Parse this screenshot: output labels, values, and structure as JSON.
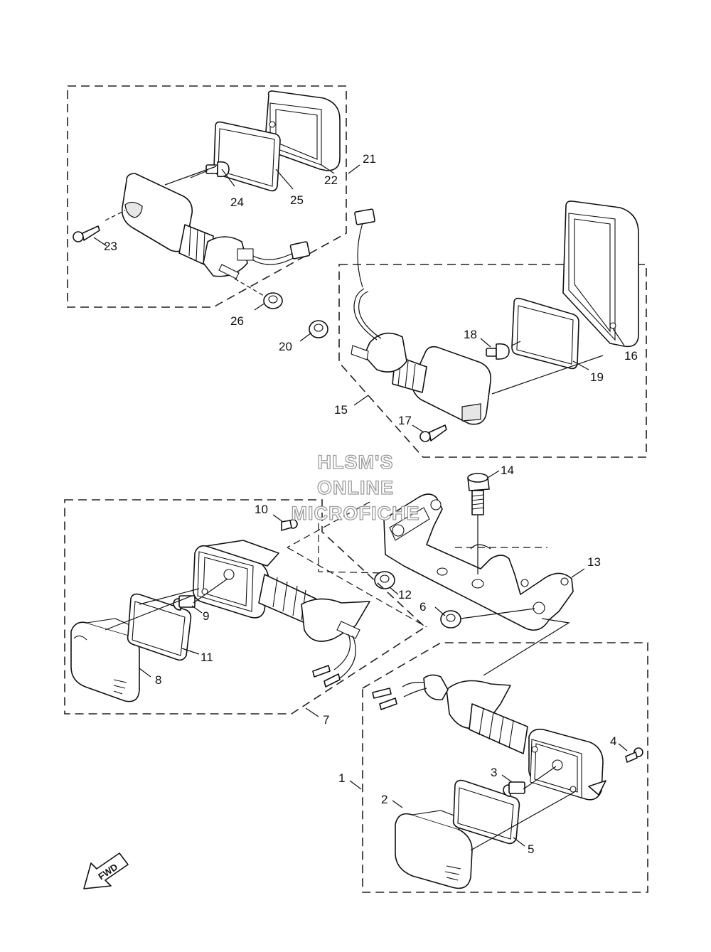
{
  "watermark": {
    "line1": "HLSM'S",
    "line2": "ONLINE",
    "line3": "MICROFICHE"
  },
  "direction_badge": "FWD",
  "callouts": {
    "c1": "1",
    "c2": "2",
    "c3": "3",
    "c4": "4",
    "c5": "5",
    "c6": "6",
    "c7": "7",
    "c8": "8",
    "c9": "9",
    "c10": "10",
    "c11": "11",
    "c12": "12",
    "c13": "13",
    "c14": "14",
    "c15": "15",
    "c16": "16",
    "c17": "17",
    "c18": "18",
    "c19": "19",
    "c20": "20",
    "c21": "21",
    "c22": "22",
    "c23": "23",
    "c24": "24",
    "c25": "25",
    "c26": "26"
  },
  "colors": {
    "ink": "#111111",
    "watermark_outline": "#9a9a9a",
    "background": "#ffffff"
  }
}
